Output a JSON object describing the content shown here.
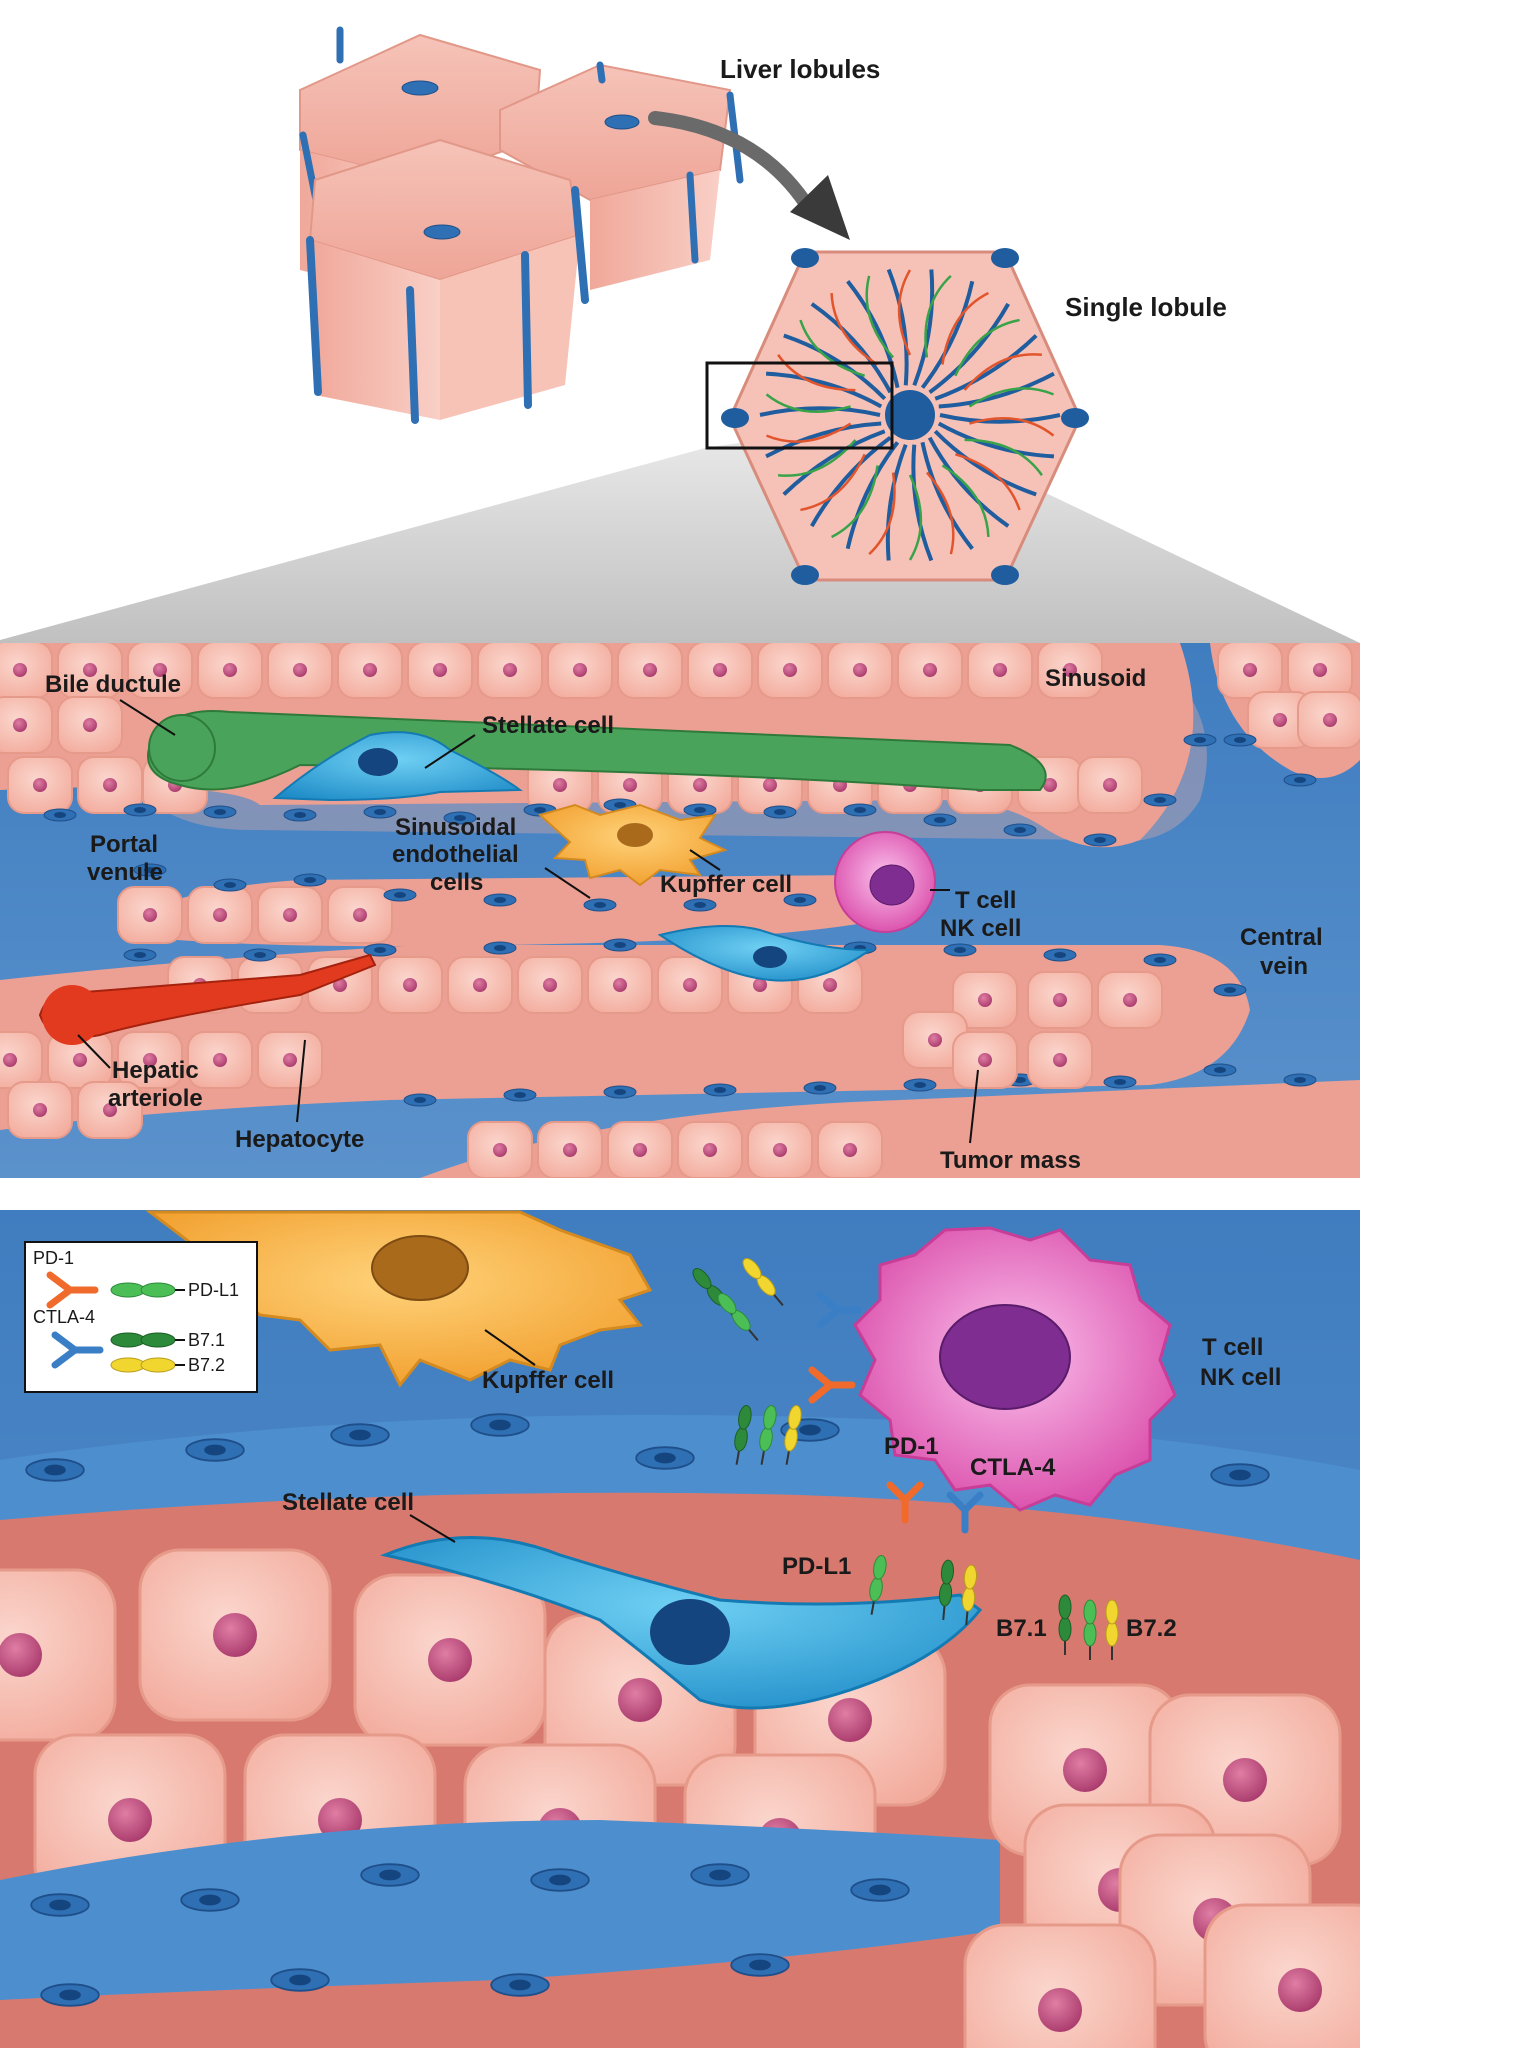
{
  "top": {
    "liver_lobules": "Liver lobules",
    "single_lobule": "Single lobule"
  },
  "middle": {
    "bile_ductule": "Bile ductule",
    "stellate_cell": "Stellate cell",
    "sinusoid": "Sinusoid",
    "portal_venule": [
      "Portal",
      "venule"
    ],
    "sinusoidal_endothelial": [
      "Sinusoidal",
      "endothelial",
      "cells"
    ],
    "kupffer_cell": "Kupffer cell",
    "t_nk_cell": [
      "T cell",
      "NK cell"
    ],
    "central_vein": [
      "Central",
      "vein"
    ],
    "hepatic_arteriole": [
      "Hepatic",
      "arteriole"
    ],
    "hepatocyte": "Hepatocyte",
    "tumor_mass": "Tumor mass"
  },
  "bottom": {
    "legend": {
      "pd1": "PD-1",
      "pdl1": "PD-L1",
      "ctla4": "CTLA-4",
      "b71": "B7.1",
      "b72": "B7.2"
    },
    "kupffer_cell": "Kupffer cell",
    "t_nk_cell": [
      "T cell",
      "NK cell"
    ],
    "stellate_cell": "Stellate cell",
    "pd1": "PD-1",
    "ctla4": "CTLA-4",
    "pdl1": "PD-L1",
    "b71": "B7.1",
    "b72": "B7.2"
  },
  "colors": {
    "hepatocyte": "#f4b8ad",
    "sinusoid_blue": "#4a86c5",
    "bile_green": "#4aa35a",
    "stellate_cyan": "#2a9fd8",
    "kupffer_orange": "#f5a93a",
    "tcell_pink": "#e25db5",
    "arteriole_red": "#e23a1e",
    "pd1_orange": "#f06a2c",
    "ctla4_blue": "#3a7fc6",
    "b71_green": "#2e8a3b",
    "b72_yellow": "#f2d630"
  }
}
